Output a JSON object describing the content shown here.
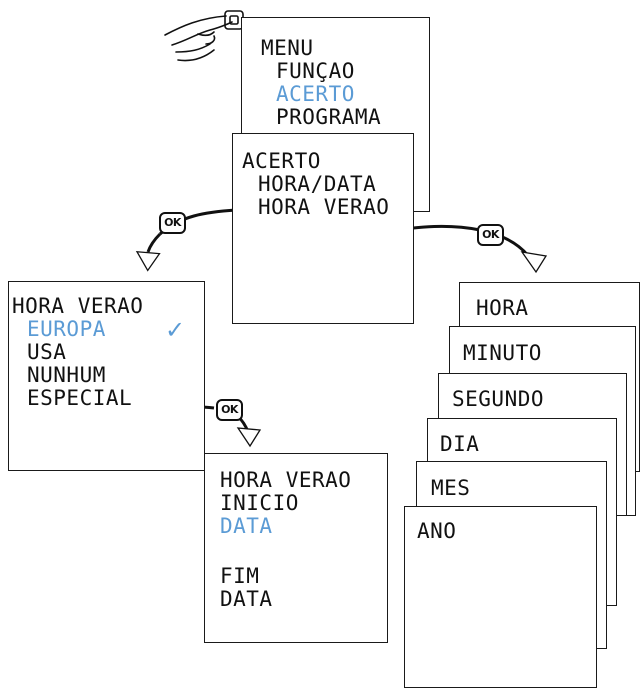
{
  "menu": {
    "title": "MENU",
    "items": [
      "FUNÇAO",
      "ACERTO",
      "PROGRAMA"
    ],
    "highlighted": "ACERTO"
  },
  "acerto": {
    "title": "ACERTO",
    "items": [
      "HORA/DATA",
      "HORA VERAO"
    ]
  },
  "hora_verao": {
    "title": "HORA VERAO",
    "items": [
      "EUROPA",
      "USA",
      "NUNHUM",
      "ESPECIAL"
    ],
    "selected": "EUROPA",
    "checkmark": "✓"
  },
  "especial": {
    "title": "HORA VERAO",
    "line2": "INICIO",
    "line3": "DATA",
    "line4": "FIM",
    "line5": "DATA"
  },
  "stack": {
    "cards": [
      "HORA",
      "MINUTO",
      "SEGUNDO",
      "DIA",
      "MES",
      "ANO"
    ]
  },
  "ok_label": "OK",
  "colors": {
    "highlight": "#5b9bd5",
    "ink": "#111111"
  },
  "icons": [
    "hand-press-icon",
    "ok-button-icon",
    "curved-arrow-icon",
    "checkmark-icon"
  ]
}
